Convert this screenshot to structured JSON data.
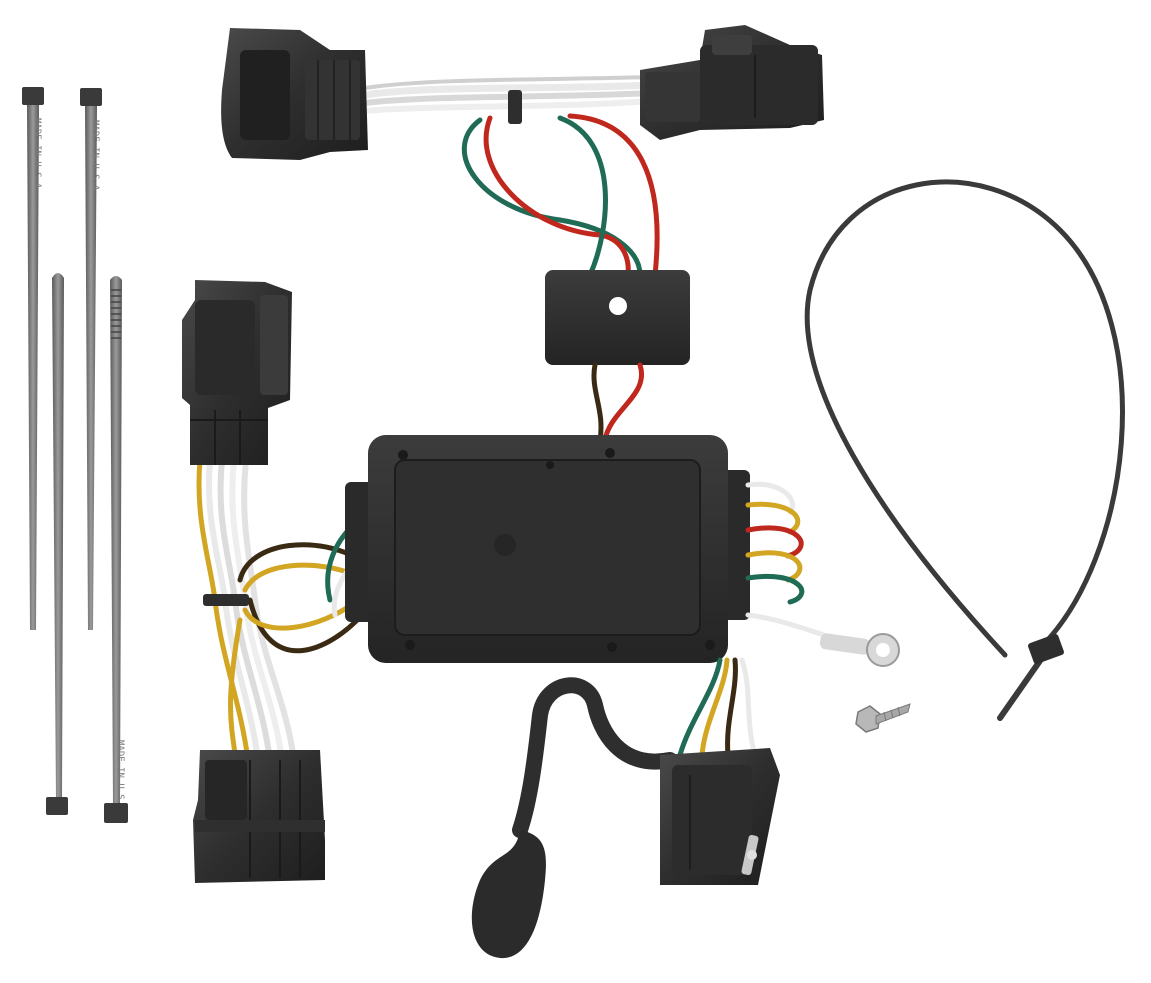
{
  "scene": {
    "background": "#ffffff",
    "subject": "trailer-wiring-harness-kit"
  },
  "colors": {
    "plastic_dark": "#2b2b2b",
    "plastic_mid": "#3a3a3a",
    "plastic_light": "#4a4a4a",
    "wire_white": "#e9e9e9",
    "wire_red": "#c0281e",
    "wire_green": "#1f6b55",
    "wire_yellow": "#d2a623",
    "wire_brown": "#3a2a14",
    "tie_gray": "#8a8a8a",
    "tie_dark": "#3a3a3a",
    "ring_terminal": "#d8d8d8",
    "screw": "#b8b8b8"
  },
  "components": {
    "cable_tie_markings": [
      "MADE IN U.S.A.",
      "MADE IN U.S.A.",
      "MADE IN U.S.A."
    ],
    "icons": [
      "vehicle-connector-icon",
      "harness-connector-icon",
      "converter-module-icon",
      "four-way-flat-connector-icon",
      "dust-cap-icon",
      "ring-terminal-icon",
      "self-tapping-screw-icon",
      "cable-tie-icon",
      "splice-block-icon"
    ]
  }
}
